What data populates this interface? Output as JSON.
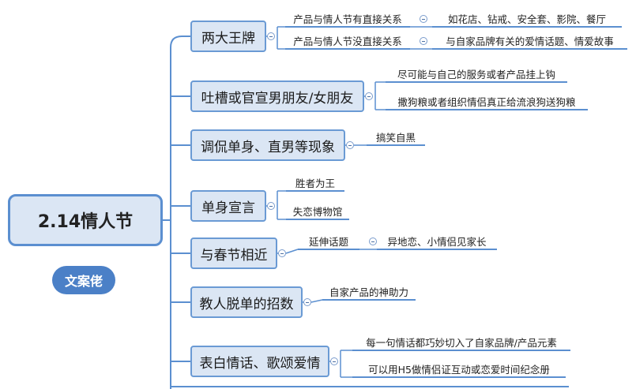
{
  "root": {
    "label": "2.14情人节"
  },
  "tag": {
    "label": "文案佬"
  },
  "branches": [
    {
      "label": "两大王牌",
      "children": [
        {
          "label": "产品与情人节有直接关系",
          "detail": "如花店、钻戒、安全套、影院、餐厅"
        },
        {
          "label": "产品与情人节没直接关系",
          "detail": "与自家品牌有关的爱情话题、情爱故事"
        }
      ]
    },
    {
      "label": "吐槽或官宣男朋友/女朋友",
      "children": [
        {
          "label": "尽可能与自己的服务或者产品挂上钩"
        },
        {
          "label": "撒狗粮或者组织情侣真正给流浪狗送狗粮"
        }
      ]
    },
    {
      "label": "调侃单身、直男等现象",
      "children": [
        {
          "label": "搞笑自黑"
        }
      ]
    },
    {
      "label": "单身宣言",
      "children": [
        {
          "label": "胜者为王"
        },
        {
          "label": "失恋博物馆"
        }
      ]
    },
    {
      "label": "与春节相近",
      "children": [
        {
          "label": "延伸话题",
          "detail": "异地恋、小情侣见家长"
        }
      ]
    },
    {
      "label": "教人脱单的招数",
      "children": [
        {
          "label": "自家产品的神助力"
        }
      ]
    },
    {
      "label": "表白情话、歌颂爱情",
      "children": [
        {
          "label": "每一句情话都巧妙切入了自家品牌/产品元素"
        },
        {
          "label": "可以用H5做情侣证互动或恋爱时间纪念册"
        }
      ]
    }
  ]
}
